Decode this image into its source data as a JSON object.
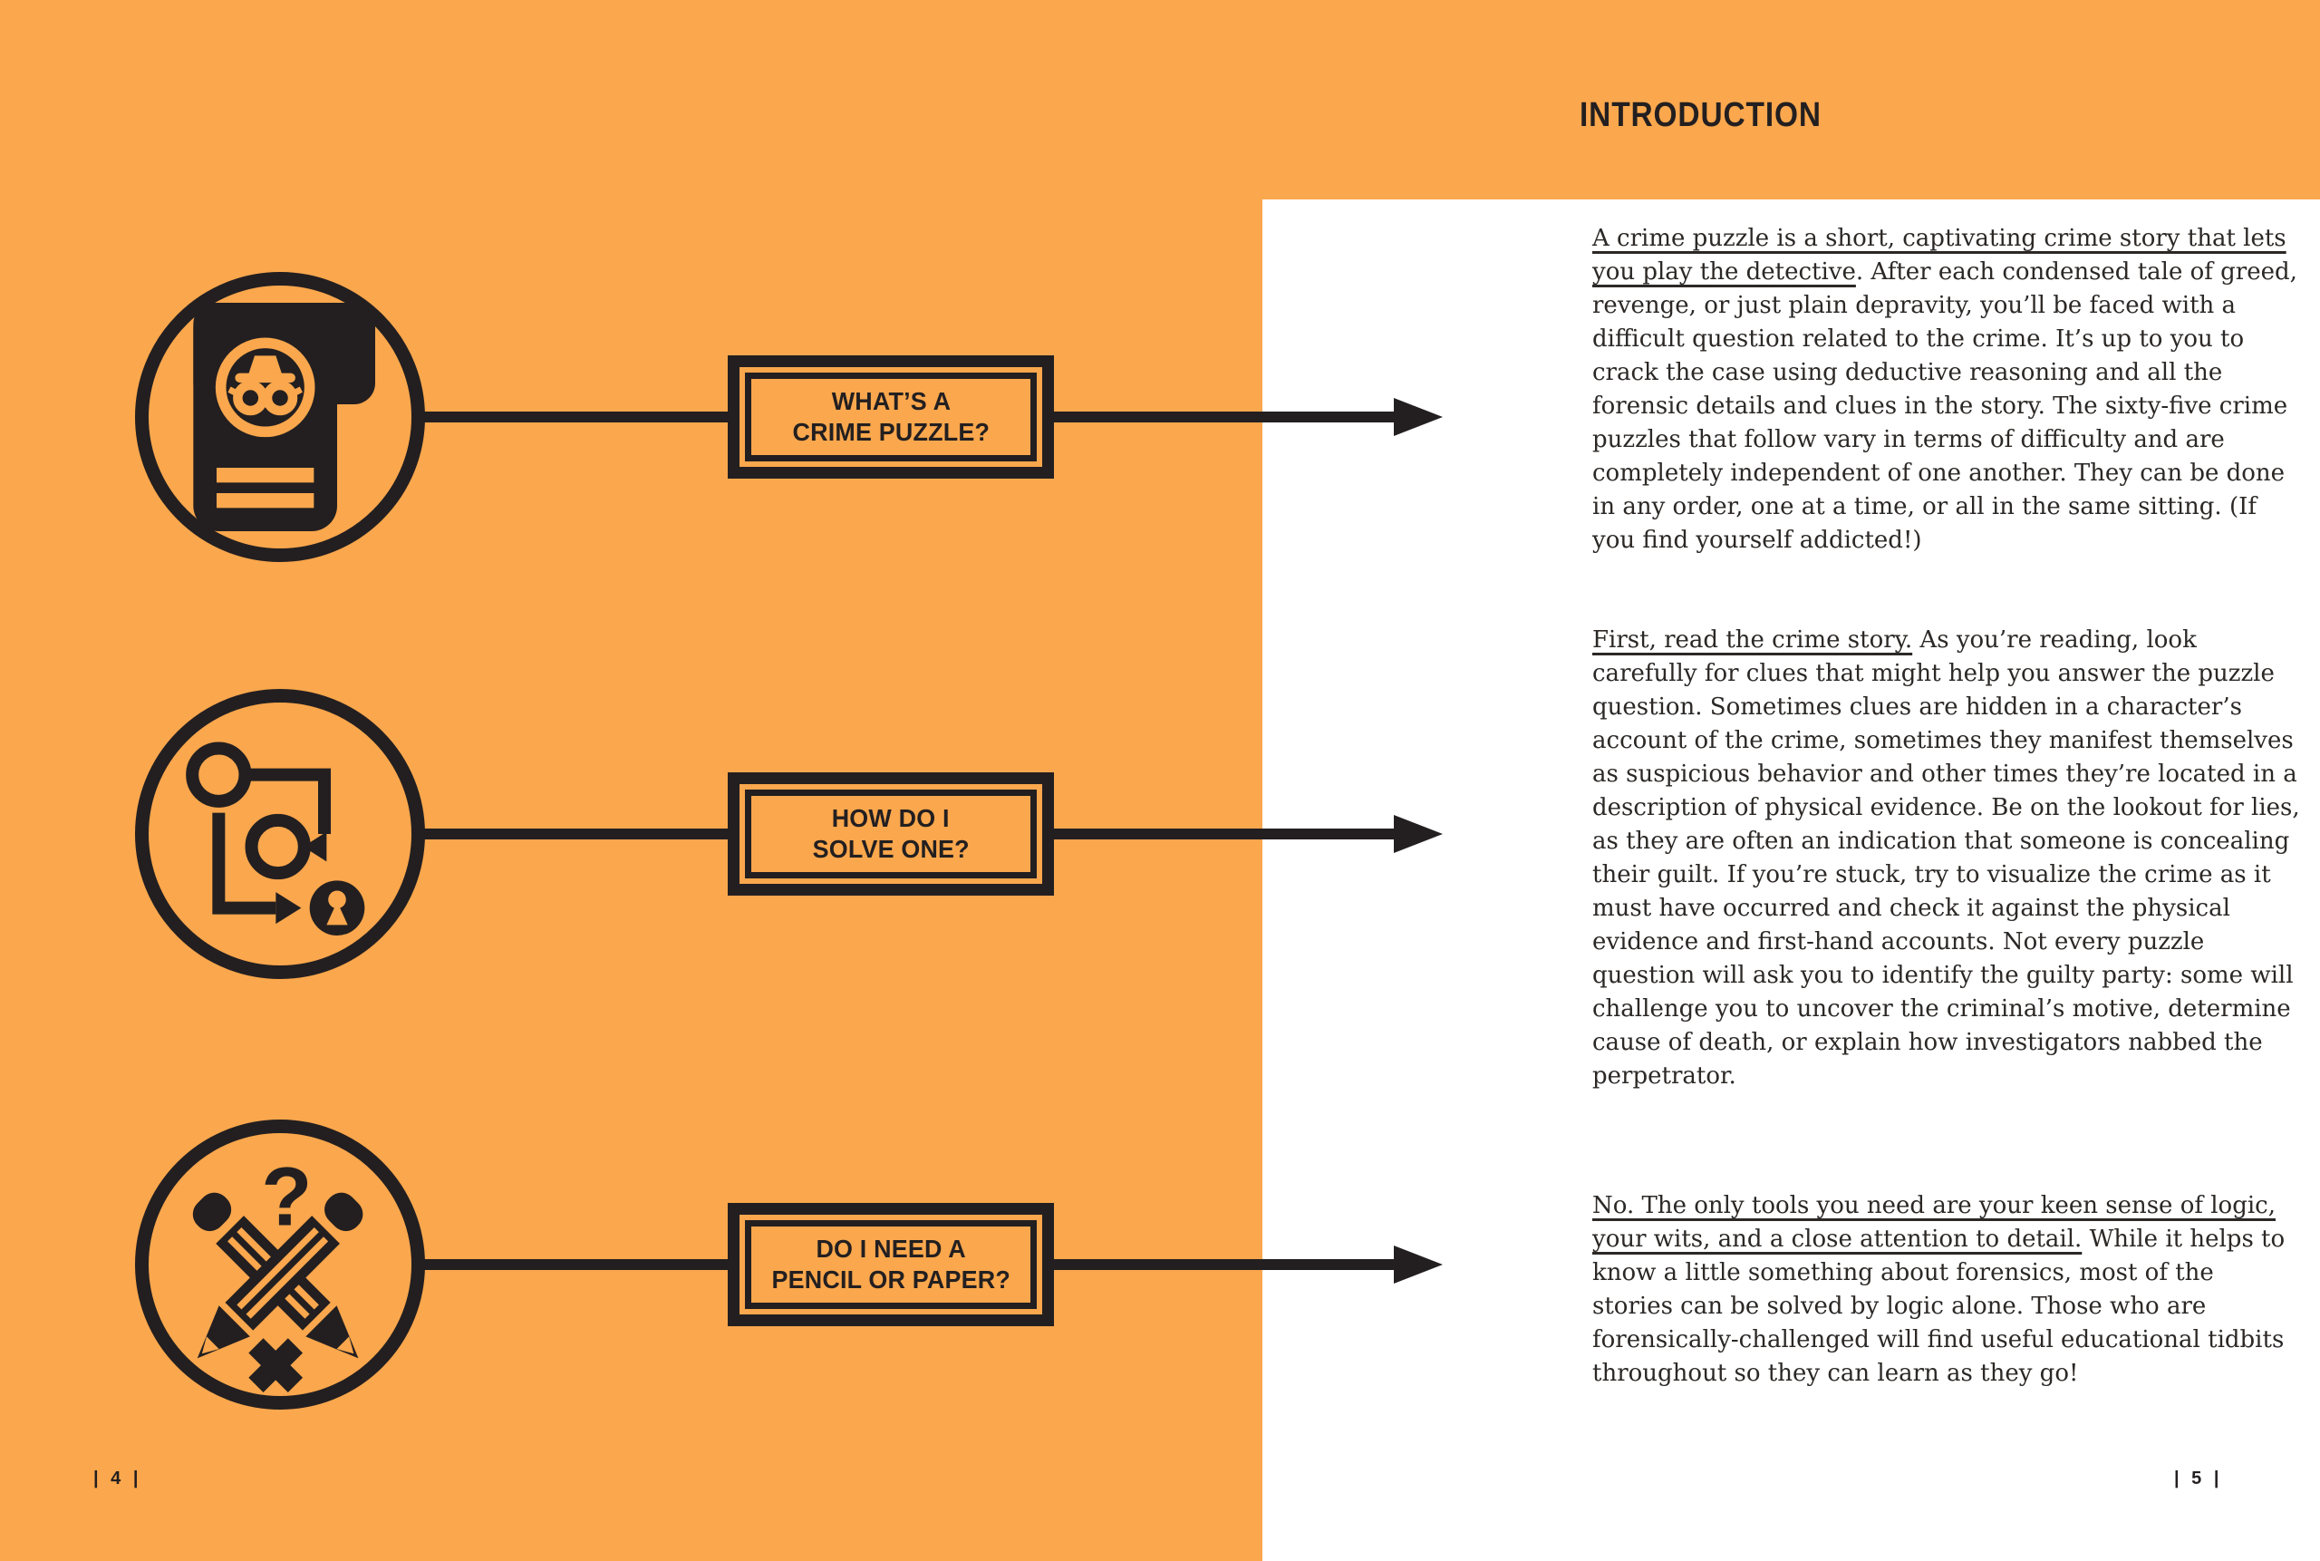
{
  "colors": {
    "orange": "#FAA74D",
    "black": "#231F20",
    "body_text": "#2B2826",
    "white": "#FFFFFF"
  },
  "left_page": {
    "page_number": "| 4 |",
    "rows": [
      {
        "icon": "detective-file-icon",
        "label_line1": "WHAT’S A",
        "label_line2": "CRIME PUZZLE?"
      },
      {
        "icon": "flowchart-lock-icon",
        "label_line1": "HOW DO I",
        "label_line2": "SOLVE ONE?"
      },
      {
        "icon": "crossed-pencils-icon",
        "label_line1": "DO I NEED A",
        "label_line2": "PENCIL OR PAPER?"
      }
    ]
  },
  "right_page": {
    "title": "INTRODUCTION",
    "page_number": "| 5 |",
    "paragraphs": [
      {
        "lead": "A crime puzzle is a short, captivating crime story that lets you play the detective",
        "rest": ". After each condensed tale of greed, revenge, or just plain depravity, you’ll be faced with a difficult question related to the crime. It’s up to you to crack the case using deductive reasoning and all the forensic details and clues in the story. The sixty-five crime puzzles that follow vary in terms of difficulty and are completely independent of one another. They can be done in any order, one at a time, or all in the same sitting. (If you find yourself addicted!)"
      },
      {
        "lead": "First, read the crime story.",
        "rest": " As you’re reading, look carefully for clues that might help you answer the puzzle question. Sometimes clues are hidden in a character’s account of the crime, sometimes they manifest themselves as suspicious behavior and other times they’re located in a description of physical evidence. Be on the lookout for lies, as they are often an indication that someone is concealing their guilt. If you’re stuck, try to visualize the crime as it must have occurred and check it against the physical evidence and first-hand accounts. Not every puzzle question will ask you to identify the guilty party: some will challenge you to uncover the criminal’s motive, determine cause of death, or explain how investigators nabbed the perpetrator."
      },
      {
        "lead": "No. The only tools you need are your keen sense of logic, your wits, and a close attention to detail.",
        "rest": " While it helps to know a little something about forensics, most of the stories can be solved by logic alone. Those who are forensically-challenged will find useful educational tidbits throughout so they can learn as they go!"
      }
    ]
  }
}
